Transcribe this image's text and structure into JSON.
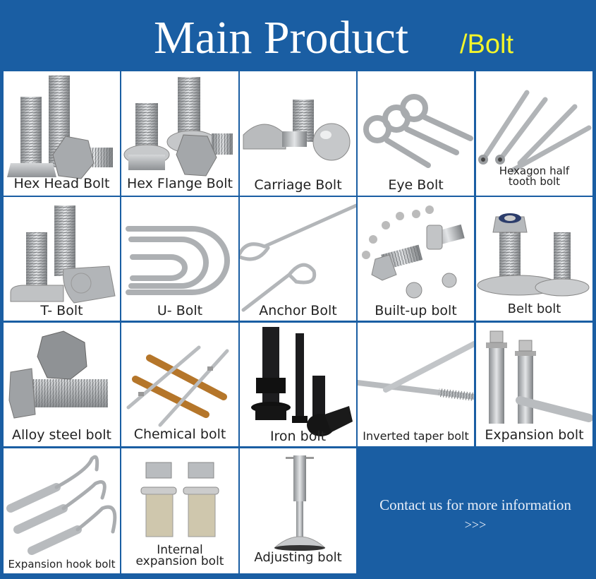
{
  "header": {
    "title": "Main Product",
    "subtitle": "/Bolt",
    "background_color": "#1a5ea3",
    "subtitle_color": "#f3f52a"
  },
  "products": [
    {
      "label": "Hex Head Bolt",
      "icon": "hex-head-bolt-icon"
    },
    {
      "label": "Hex Flange Bolt",
      "icon": "hex-flange-bolt-icon"
    },
    {
      "label": "Carriage Bolt",
      "icon": "carriage-bolt-icon"
    },
    {
      "label": "Eye Bolt",
      "icon": "eye-bolt-icon"
    },
    {
      "label_line1": "Hexagon half",
      "label_line2": "tooth bolt",
      "icon": "hexagon-half-tooth-bolt-icon"
    },
    {
      "label": "T- Bolt",
      "icon": "t-bolt-icon"
    },
    {
      "label": "U- Bolt",
      "icon": "u-bolt-icon"
    },
    {
      "label": "Anchor Bolt",
      "icon": "anchor-bolt-icon"
    },
    {
      "label": "Built-up bolt",
      "icon": "built-up-bolt-icon"
    },
    {
      "label": "Belt bolt",
      "icon": "belt-bolt-icon"
    },
    {
      "label": "Alloy steel bolt",
      "icon": "alloy-steel-bolt-icon"
    },
    {
      "label": "Chemical bolt",
      "icon": "chemical-bolt-icon"
    },
    {
      "label": "Iron bolt",
      "icon": "iron-bolt-icon"
    },
    {
      "label": "Inverted taper bolt",
      "icon": "inverted-taper-bolt-icon"
    },
    {
      "label": "Expansion bolt",
      "icon": "expansion-bolt-icon"
    },
    {
      "label": "Expansion hook bolt",
      "icon": "expansion-hook-bolt-icon"
    },
    {
      "label_line1": "Internal",
      "label_line2": "expansion bolt",
      "icon": "internal-expansion-bolt-icon"
    },
    {
      "label": "Adjusting bolt",
      "icon": "adjusting-bolt-icon"
    }
  ],
  "contact": {
    "text": "Contact us for more information",
    "arrows": ">>>"
  }
}
